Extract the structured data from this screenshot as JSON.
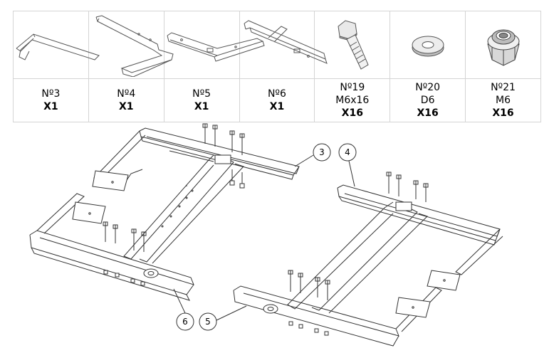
{
  "parts": [
    {
      "number": "Nº3",
      "spec": "",
      "qty": "X1",
      "icon": "frame-bar-3-icon"
    },
    {
      "number": "Nº4",
      "spec": "",
      "qty": "X1",
      "icon": "frame-bar-4-icon"
    },
    {
      "number": "Nº5",
      "spec": "",
      "qty": "X1",
      "icon": "frame-bar-5-icon"
    },
    {
      "number": "Nº6",
      "spec": "",
      "qty": "X1",
      "icon": "frame-bar-6-icon"
    },
    {
      "number": "Nº19",
      "spec": "M6x16",
      "qty": "X16",
      "icon": "bolt-icon"
    },
    {
      "number": "Nº20",
      "spec": "D6",
      "qty": "X16",
      "icon": "washer-icon"
    },
    {
      "number": "Nº21",
      "spec": "M6",
      "qty": "X16",
      "icon": "lock-nut-icon"
    }
  ],
  "callouts": {
    "c3": "3",
    "c4": "4",
    "c5": "5",
    "c6": "6"
  }
}
